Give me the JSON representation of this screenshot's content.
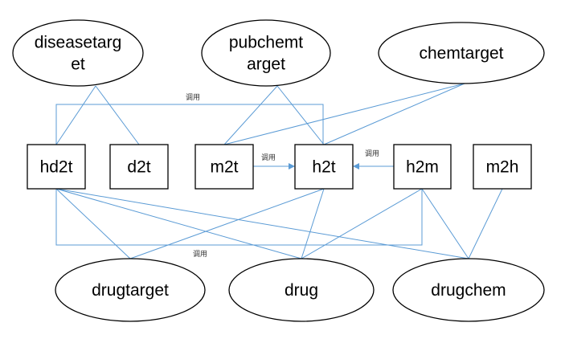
{
  "colors": {
    "edge": "#5b9bd5",
    "node_border": "#000000",
    "background": "#ffffff"
  },
  "ellipses": {
    "diseasetarget": [
      "diseasetarg",
      "et"
    ],
    "pubchemtarget": [
      "pubchemt",
      "arget"
    ],
    "chemtarget": [
      "chemtarget"
    ],
    "drugtarget": [
      "drugtarget"
    ],
    "drug": [
      "drug"
    ],
    "drugchem": [
      "drugchem"
    ]
  },
  "boxes": {
    "hd2t": "hd2t",
    "d2t": "d2t",
    "m2t": "m2t",
    "h2t": "h2t",
    "h2m": "h2m",
    "m2h": "m2h"
  },
  "edge_labels": {
    "top_loop": "调用",
    "m2t_to_h2t": "调用",
    "h2m_to_h2t": "调用",
    "bottom_loop": "调用"
  },
  "edges": [
    [
      "diseasetarget",
      "hd2t"
    ],
    [
      "diseasetarget",
      "d2t"
    ],
    [
      "pubchemtarget",
      "m2t"
    ],
    [
      "pubchemtarget",
      "h2t"
    ],
    [
      "chemtarget",
      "m2t"
    ],
    [
      "chemtarget",
      "h2t"
    ],
    [
      "hd2t",
      "drugtarget"
    ],
    [
      "hd2t",
      "drug"
    ],
    [
      "hd2t",
      "drugchem"
    ],
    [
      "h2t",
      "drugtarget"
    ],
    [
      "h2t",
      "drug"
    ],
    [
      "h2m",
      "drug"
    ],
    [
      "h2m",
      "drugchem"
    ],
    [
      "m2h",
      "drugchem"
    ]
  ],
  "arrows": [
    [
      "m2t",
      "h2t",
      "m2t_to_h2t"
    ],
    [
      "h2m",
      "h2t",
      "h2m_to_h2t"
    ]
  ]
}
